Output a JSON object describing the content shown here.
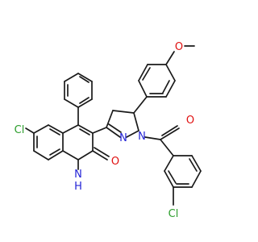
{
  "atoms": {
    "cl_left": {
      "text": "Cl",
      "color": "#2a9d2a"
    },
    "cl_right": {
      "text": "Cl",
      "color": "#2a9d2a"
    },
    "n_ring": {
      "text": "N",
      "color": "#2323d6"
    },
    "n_acyl": {
      "text": "N",
      "color": "#2323d6"
    },
    "nh": {
      "text": "H",
      "color": "#2323d6"
    },
    "nh_n": {
      "text": "N",
      "color": "#2323d6"
    },
    "o_carbonyl": {
      "text": "O",
      "color": "#e01010"
    },
    "o_quinolone": {
      "text": "O",
      "color": "#e01010"
    },
    "o_methoxy": {
      "text": "O",
      "color": "#e01010"
    }
  }
}
